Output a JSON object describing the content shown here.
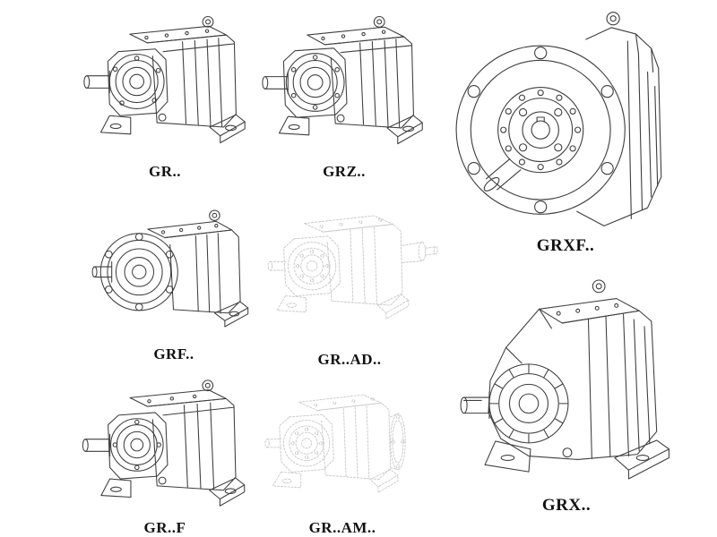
{
  "page": {
    "background": "#ffffff"
  },
  "colors": {
    "line": "#3f3f3f",
    "line_light": "#c9c9c9",
    "label": "#111111"
  },
  "figures": [
    {
      "id": "gr",
      "label": "GR.."
    },
    {
      "id": "grz",
      "label": "GRZ.."
    },
    {
      "id": "grxf",
      "label": "GRXF.."
    },
    {
      "id": "grf",
      "label": "GRF.."
    },
    {
      "id": "gr-ad",
      "label": "GR..AD.."
    },
    {
      "id": "grx",
      "label": "GRX.."
    },
    {
      "id": "gr-f",
      "label": "GR..F"
    },
    {
      "id": "gr-am",
      "label": "GR..AM.."
    }
  ]
}
